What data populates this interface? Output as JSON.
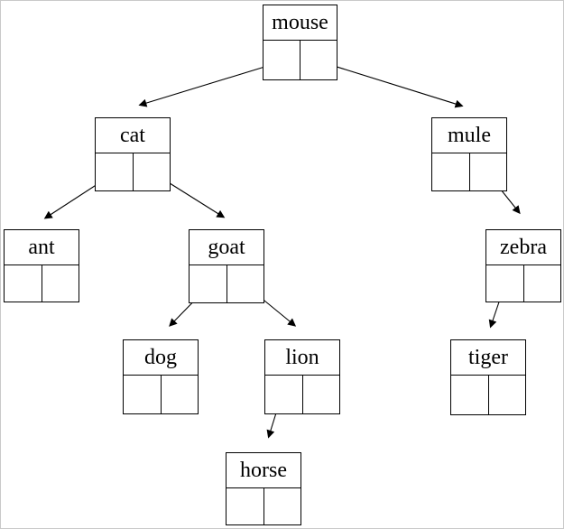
{
  "tree": {
    "root": "mouse",
    "nodes": [
      {
        "label": "mouse",
        "left": "cat",
        "right": "mule"
      },
      {
        "label": "cat",
        "left": "ant",
        "right": "goat"
      },
      {
        "label": "mule",
        "left": null,
        "right": "zebra"
      },
      {
        "label": "ant",
        "left": null,
        "right": null
      },
      {
        "label": "goat",
        "left": "dog",
        "right": "lion"
      },
      {
        "label": "zebra",
        "left": "tiger",
        "right": null
      },
      {
        "label": "dog",
        "left": null,
        "right": null
      },
      {
        "label": "lion",
        "left": "horse",
        "right": null
      },
      {
        "label": "tiger",
        "left": null,
        "right": null
      },
      {
        "label": "horse",
        "left": null,
        "right": null
      }
    ],
    "edges": [
      {
        "from": "mouse",
        "pointer": "left",
        "to": "cat"
      },
      {
        "from": "mouse",
        "pointer": "right",
        "to": "mule"
      },
      {
        "from": "cat",
        "pointer": "left",
        "to": "ant"
      },
      {
        "from": "cat",
        "pointer": "right",
        "to": "goat"
      },
      {
        "from": "goat",
        "pointer": "left",
        "to": "dog"
      },
      {
        "from": "goat",
        "pointer": "right",
        "to": "lion"
      },
      {
        "from": "mule",
        "pointer": "right",
        "to": "zebra"
      },
      {
        "from": "zebra",
        "pointer": "left",
        "to": "tiger"
      },
      {
        "from": "lion",
        "pointer": "left",
        "to": "horse"
      }
    ],
    "colors": {
      "line": "#000000",
      "box_border": "#000000",
      "background": "#ffffff",
      "page_border": "#c9c9c9"
    }
  }
}
